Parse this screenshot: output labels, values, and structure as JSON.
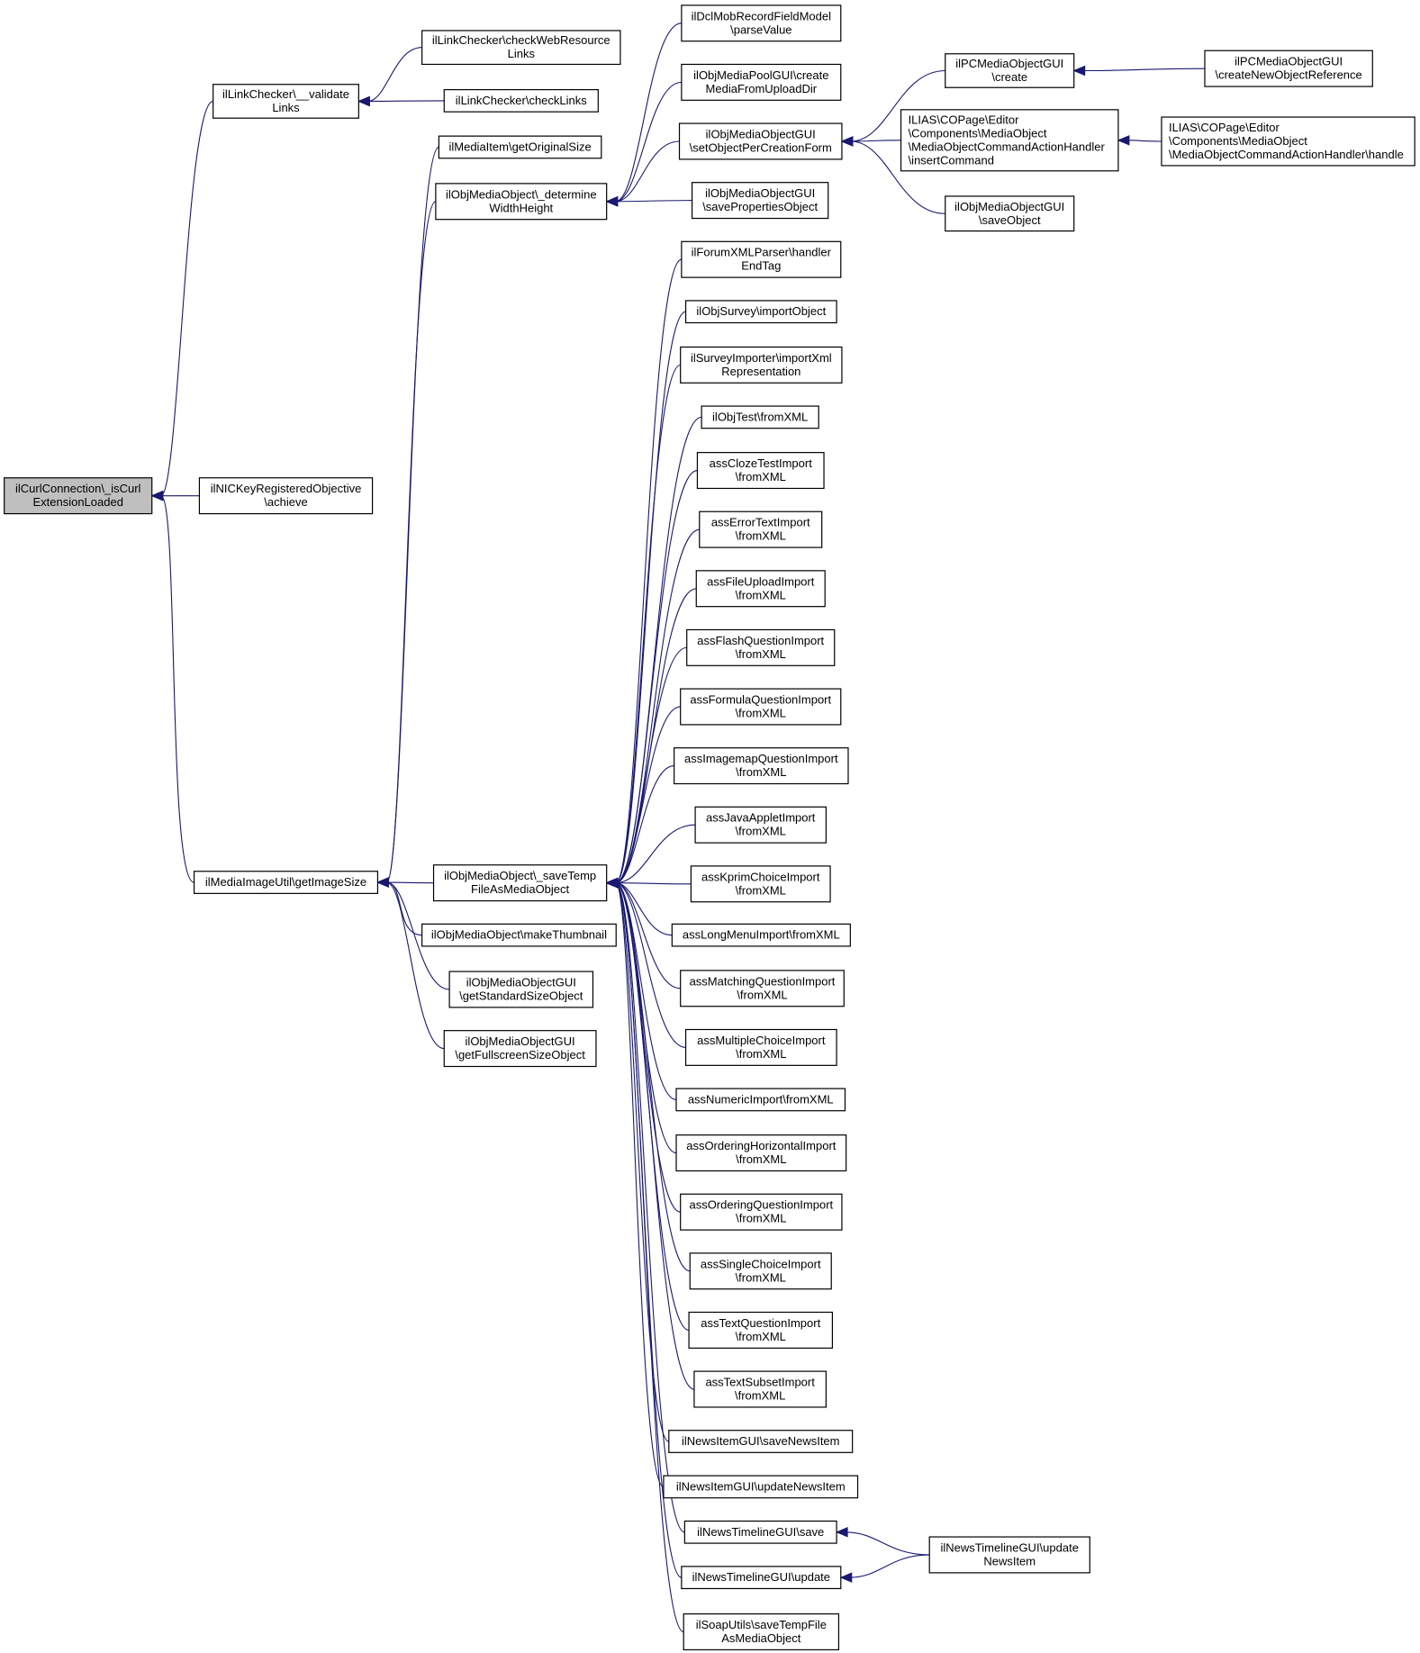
{
  "colors": {
    "edge": "#191970",
    "root_fill": "#bfbfbf",
    "node_fill": "#ffffff",
    "node_border": "#000000"
  },
  "nodes": [
    {
      "id": "root",
      "lines": [
        "ilCurlConnection\\_isCurl",
        "ExtensionLoaded"
      ],
      "root": true
    },
    {
      "id": "validate",
      "lines": [
        "ilLinkChecker\\__validate",
        "Links"
      ]
    },
    {
      "id": "checkWeb",
      "lines": [
        "ilLinkChecker\\checkWebResource",
        "Links"
      ]
    },
    {
      "id": "checkLinks",
      "lines": [
        "ilLinkChecker\\checkLinks"
      ]
    },
    {
      "id": "nic",
      "lines": [
        "ilNICKeyRegisteredObjective",
        "\\achieve"
      ]
    },
    {
      "id": "getImageSize",
      "lines": [
        "ilMediaImageUtil\\getImageSize"
      ]
    },
    {
      "id": "getOriginalSize",
      "lines": [
        "ilMediaItem\\getOriginalSize"
      ]
    },
    {
      "id": "determine",
      "lines": [
        "ilObjMediaObject\\_determine",
        "WidthHeight"
      ]
    },
    {
      "id": "saveTemp",
      "lines": [
        "ilObjMediaObject\\_saveTemp",
        "FileAsMediaObject"
      ]
    },
    {
      "id": "makeThumbnail",
      "lines": [
        "ilObjMediaObject\\makeThumbnail"
      ]
    },
    {
      "id": "getStandard",
      "lines": [
        "ilObjMediaObjectGUI",
        "\\getStandardSizeObject"
      ]
    },
    {
      "id": "getFullscreen",
      "lines": [
        "ilObjMediaObjectGUI",
        "\\getFullscreenSizeObject"
      ]
    },
    {
      "id": "dclParse",
      "lines": [
        "ilDclMobRecordFieldModel",
        "\\parseValue"
      ]
    },
    {
      "id": "poolCreate",
      "lines": [
        "ilObjMediaPoolGUI\\create",
        "MediaFromUploadDir"
      ]
    },
    {
      "id": "setObjPer",
      "lines": [
        "ilObjMediaObjectGUI",
        "\\setObjectPerCreationForm"
      ]
    },
    {
      "id": "saveProps",
      "lines": [
        "ilObjMediaObjectGUI",
        "\\savePropertiesObject"
      ]
    },
    {
      "id": "pcCreate",
      "lines": [
        "ilPCMediaObjectGUI",
        "\\create"
      ]
    },
    {
      "id": "pcCreateNew",
      "lines": [
        "ilPCMediaObjectGUI",
        "\\createNewObjectReference"
      ]
    },
    {
      "id": "insertCmd",
      "lines": [
        "ILIAS\\COPage\\Editor",
        "\\Components\\MediaObject",
        "\\MediaObjectCommandActionHandler",
        "\\insertCommand"
      ]
    },
    {
      "id": "handle",
      "lines": [
        "ILIAS\\COPage\\Editor",
        "\\Components\\MediaObject",
        "\\MediaObjectCommandActionHandler\\handle"
      ]
    },
    {
      "id": "saveObject",
      "lines": [
        "ilObjMediaObjectGUI",
        "\\saveObject"
      ]
    },
    {
      "id": "forum",
      "lines": [
        "ilForumXMLParser\\handler",
        "EndTag"
      ]
    },
    {
      "id": "survey",
      "lines": [
        "ilObjSurvey\\importObject"
      ]
    },
    {
      "id": "surveyImp",
      "lines": [
        "ilSurveyImporter\\importXml",
        "Representation"
      ]
    },
    {
      "id": "objTest",
      "lines": [
        "ilObjTest\\fromXML"
      ]
    },
    {
      "id": "cloze",
      "lines": [
        "assClozeTestImport",
        "\\fromXML"
      ]
    },
    {
      "id": "errorText",
      "lines": [
        "assErrorTextImport",
        "\\fromXML"
      ]
    },
    {
      "id": "fileUpload",
      "lines": [
        "assFileUploadImport",
        "\\fromXML"
      ]
    },
    {
      "id": "flash",
      "lines": [
        "assFlashQuestionImport",
        "\\fromXML"
      ]
    },
    {
      "id": "formula",
      "lines": [
        "assFormulaQuestionImport",
        "\\fromXML"
      ]
    },
    {
      "id": "imagemap",
      "lines": [
        "assImagemapQuestionImport",
        "\\fromXML"
      ]
    },
    {
      "id": "java",
      "lines": [
        "assJavaAppletImport",
        "\\fromXML"
      ]
    },
    {
      "id": "kprim",
      "lines": [
        "assKprimChoiceImport",
        "\\fromXML"
      ]
    },
    {
      "id": "longMenu",
      "lines": [
        "assLongMenuImport\\fromXML"
      ]
    },
    {
      "id": "matching",
      "lines": [
        "assMatchingQuestionImport",
        "\\fromXML"
      ]
    },
    {
      "id": "multiple",
      "lines": [
        "assMultipleChoiceImport",
        "\\fromXML"
      ]
    },
    {
      "id": "numeric",
      "lines": [
        "assNumericImport\\fromXML"
      ]
    },
    {
      "id": "orderingH",
      "lines": [
        "assOrderingHorizontalImport",
        "\\fromXML"
      ]
    },
    {
      "id": "orderingQ",
      "lines": [
        "assOrderingQuestionImport",
        "\\fromXML"
      ]
    },
    {
      "id": "single",
      "lines": [
        "assSingleChoiceImport",
        "\\fromXML"
      ]
    },
    {
      "id": "textQ",
      "lines": [
        "assTextQuestionImport",
        "\\fromXML"
      ]
    },
    {
      "id": "textSubset",
      "lines": [
        "assTextSubsetImport",
        "\\fromXML"
      ]
    },
    {
      "id": "newsSave",
      "lines": [
        "ilNewsItemGUI\\saveNewsItem"
      ]
    },
    {
      "id": "newsUpdate",
      "lines": [
        "ilNewsItemGUI\\updateNewsItem"
      ]
    },
    {
      "id": "timelineSave",
      "lines": [
        "ilNewsTimelineGUI\\save"
      ]
    },
    {
      "id": "timelineUpdate",
      "lines": [
        "ilNewsTimelineGUI\\update"
      ]
    },
    {
      "id": "timelineUpdateNews",
      "lines": [
        "ilNewsTimelineGUI\\update",
        "NewsItem"
      ]
    },
    {
      "id": "soap",
      "lines": [
        "ilSoapUtils\\saveTempFile",
        "AsMediaObject"
      ]
    }
  ],
  "edges": [
    [
      "validate",
      "root"
    ],
    [
      "nic",
      "root"
    ],
    [
      "getImageSize",
      "root"
    ],
    [
      "checkWeb",
      "validate"
    ],
    [
      "checkLinks",
      "validate"
    ],
    [
      "getOriginalSize",
      "getImageSize"
    ],
    [
      "determine",
      "getImageSize"
    ],
    [
      "saveTemp",
      "getImageSize"
    ],
    [
      "makeThumbnail",
      "getImageSize"
    ],
    [
      "getStandard",
      "getImageSize"
    ],
    [
      "getFullscreen",
      "getImageSize"
    ],
    [
      "dclParse",
      "determine"
    ],
    [
      "poolCreate",
      "determine"
    ],
    [
      "setObjPer",
      "determine"
    ],
    [
      "saveProps",
      "determine"
    ],
    [
      "pcCreate",
      "setObjPer"
    ],
    [
      "insertCmd",
      "setObjPer"
    ],
    [
      "saveObject",
      "setObjPer"
    ],
    [
      "pcCreateNew",
      "pcCreate"
    ],
    [
      "handle",
      "insertCmd"
    ],
    [
      "forum",
      "saveTemp"
    ],
    [
      "survey",
      "saveTemp"
    ],
    [
      "surveyImp",
      "saveTemp"
    ],
    [
      "objTest",
      "saveTemp"
    ],
    [
      "cloze",
      "saveTemp"
    ],
    [
      "errorText",
      "saveTemp"
    ],
    [
      "fileUpload",
      "saveTemp"
    ],
    [
      "flash",
      "saveTemp"
    ],
    [
      "formula",
      "saveTemp"
    ],
    [
      "imagemap",
      "saveTemp"
    ],
    [
      "java",
      "saveTemp"
    ],
    [
      "kprim",
      "saveTemp"
    ],
    [
      "longMenu",
      "saveTemp"
    ],
    [
      "matching",
      "saveTemp"
    ],
    [
      "multiple",
      "saveTemp"
    ],
    [
      "numeric",
      "saveTemp"
    ],
    [
      "orderingH",
      "saveTemp"
    ],
    [
      "orderingQ",
      "saveTemp"
    ],
    [
      "single",
      "saveTemp"
    ],
    [
      "textQ",
      "saveTemp"
    ],
    [
      "textSubset",
      "saveTemp"
    ],
    [
      "newsSave",
      "saveTemp"
    ],
    [
      "newsUpdate",
      "saveTemp"
    ],
    [
      "timelineSave",
      "saveTemp"
    ],
    [
      "timelineUpdate",
      "saveTemp"
    ],
    [
      "soap",
      "saveTemp"
    ],
    [
      "timelineUpdateNews",
      "timelineSave"
    ],
    [
      "timelineUpdateNews",
      "timelineUpdate"
    ]
  ]
}
